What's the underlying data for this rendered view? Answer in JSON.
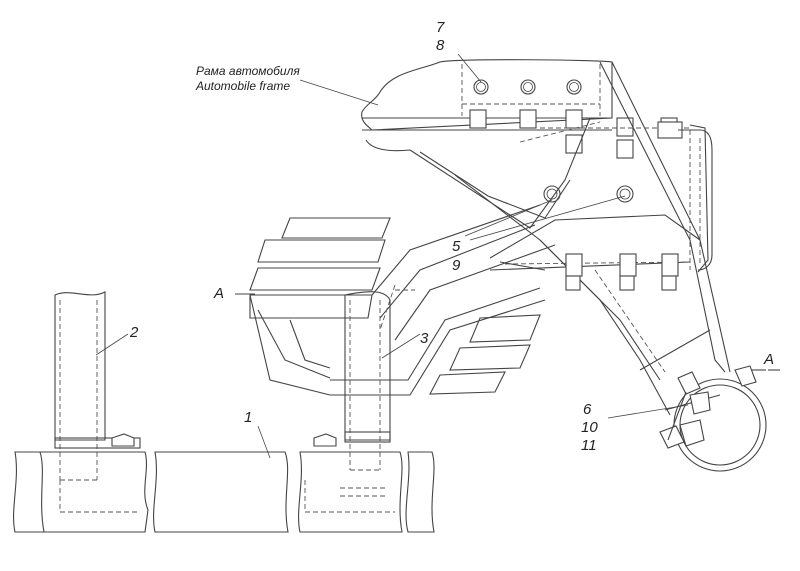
{
  "callouts": {
    "frame_ru": "Рама автомобиля",
    "frame_en": "Automobile frame",
    "n7": "7",
    "n8": "8",
    "n5": "5",
    "n9": "9",
    "n3": "3",
    "n2": "2",
    "n1": "1",
    "n6": "6",
    "n10": "10",
    "n11": "11",
    "sec_a_left": "A",
    "sec_a_right": "A"
  }
}
